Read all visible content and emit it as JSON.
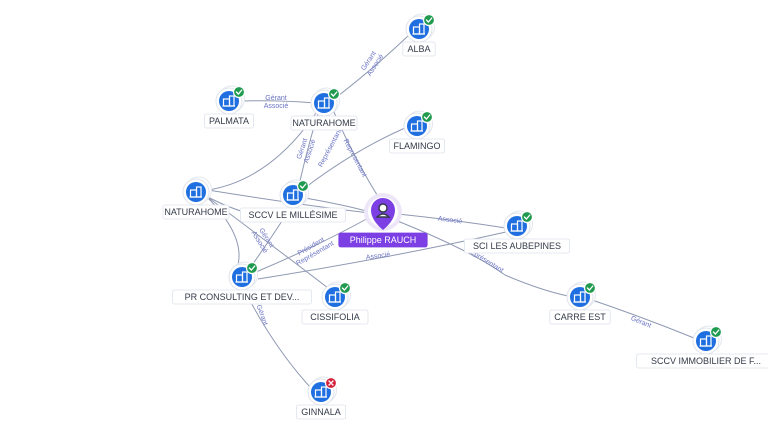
{
  "colors": {
    "company": "#1f6fe0",
    "person": "#7b3fe4",
    "edge": "#8f99b3",
    "edge_label": "#6b74c4",
    "status_active": "#1f9a4f",
    "status_inactive": "#d3203b"
  },
  "icons": {
    "company": "building-icon",
    "person": "user-icon",
    "active": "check-icon",
    "inactive": "cross-icon"
  },
  "person": {
    "id": "rauch",
    "label": "Philippe RAUCH"
  },
  "companies": [
    {
      "id": "alba",
      "label": "ALBA",
      "status": "active"
    },
    {
      "id": "palmata",
      "label": "PALMATA",
      "status": "active"
    },
    {
      "id": "naturahome1",
      "label": "NATURAHOME",
      "status": "active"
    },
    {
      "id": "flamingo",
      "label": "FLAMINGO",
      "status": "active"
    },
    {
      "id": "naturahome2",
      "label": "NATURAHOME",
      "status": "none"
    },
    {
      "id": "millesime",
      "label": "SCCV LE MILLÉSIME",
      "status": "active"
    },
    {
      "id": "aubepines",
      "label": "SCI LES AUBEPINES",
      "status": "active"
    },
    {
      "id": "prconsulting",
      "label": "PR CONSULTING ET DEV...",
      "status": "active"
    },
    {
      "id": "cissifolia",
      "label": "CISSIFOLIA",
      "status": "active"
    },
    {
      "id": "carreest",
      "label": "CARRE EST",
      "status": "active"
    },
    {
      "id": "immobilier",
      "label": "SCCV IMMOBILIER DE F...",
      "status": "active"
    },
    {
      "id": "ginnala",
      "label": "GINNALA",
      "status": "inactive"
    }
  ],
  "edges": [
    {
      "id": "e1",
      "labels": [
        "Gérant",
        "Associé"
      ]
    },
    {
      "id": "e2",
      "labels": [
        "Gérant",
        "Associé"
      ]
    },
    {
      "id": "e3",
      "labels": [
        "Représentant"
      ]
    },
    {
      "id": "e4",
      "labels": [
        "Gérant",
        "Associé"
      ]
    },
    {
      "id": "e5",
      "labels": [
        "Représentant"
      ]
    },
    {
      "id": "e6",
      "labels": [
        "Associé"
      ]
    },
    {
      "id": "e7",
      "labels": [
        "Représentant"
      ]
    },
    {
      "id": "e8",
      "labels": [
        "Président",
        "Représentant"
      ]
    },
    {
      "id": "e9",
      "labels": [
        "Associé"
      ]
    },
    {
      "id": "e10",
      "labels": [
        "Gérant"
      ]
    },
    {
      "id": "e11",
      "labels": [
        "Gérant",
        "Associé"
      ]
    },
    {
      "id": "e12",
      "labels": [
        "Gérant"
      ]
    },
    {
      "id": "e13",
      "labels": []
    },
    {
      "id": "e14",
      "labels": []
    },
    {
      "id": "e15",
      "labels": []
    },
    {
      "id": "e16",
      "labels": []
    },
    {
      "id": "e17",
      "labels": []
    },
    {
      "id": "e18",
      "labels": []
    }
  ]
}
